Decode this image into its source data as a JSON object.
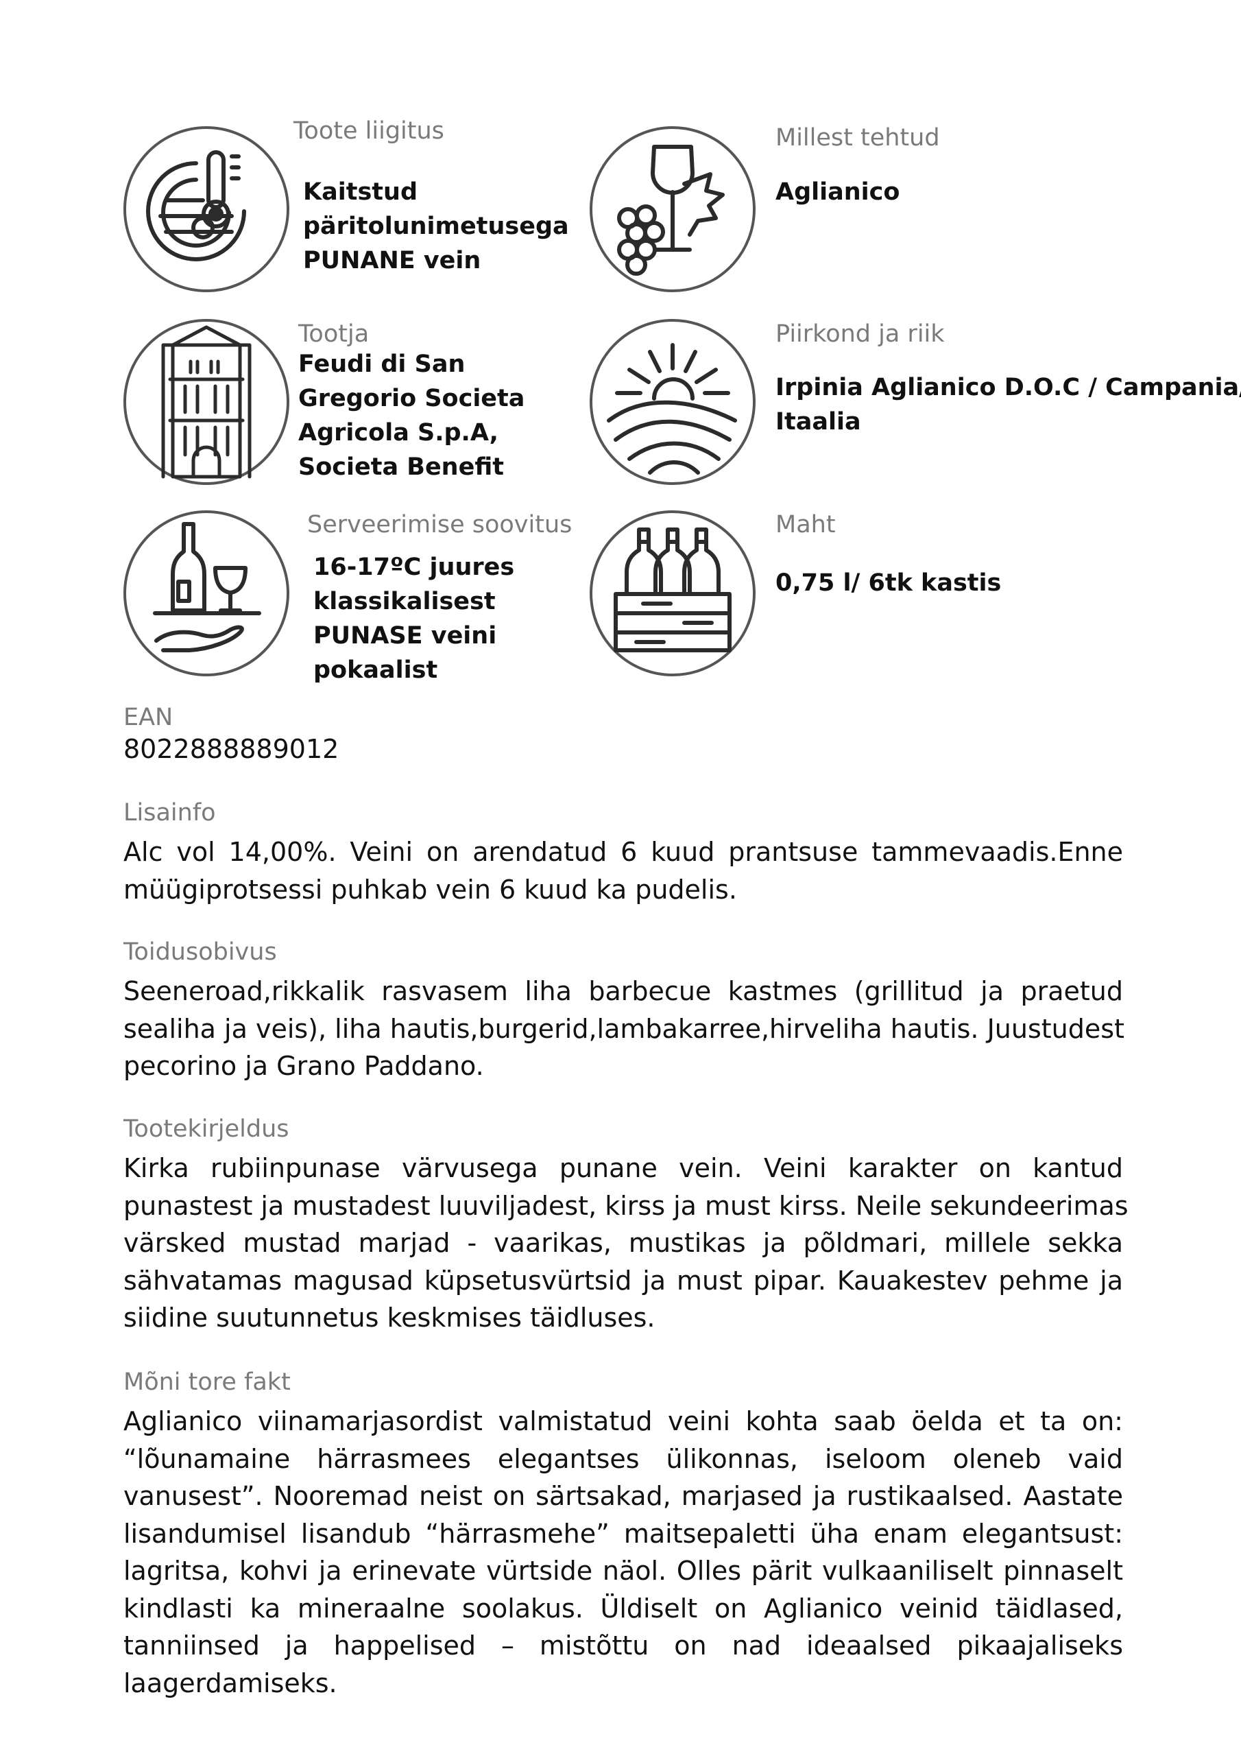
{
  "specs": {
    "classification": {
      "label": "Toote liigitus",
      "lines": [
        "Kaitstud",
        "päritolunimetusega",
        "PUNANE vein"
      ],
      "icon": "barrel-thermometer-icon"
    },
    "made_from": {
      "label": "Millest tehtud",
      "lines": [
        "Aglianico"
      ],
      "icon": "wine-glass-grapes-icon"
    },
    "producer": {
      "label": "Tootja",
      "lines": [
        "Feudi di San",
        "Gregorio Societa",
        "Agricola S.p.A,",
        "Societa Benefit"
      ],
      "icon": "winery-building-icon"
    },
    "region": {
      "label": "Piirkond ja riik",
      "lines": [
        "Irpinia Aglianico D.O.C / Campania/",
        "Itaalia"
      ],
      "icon": "sunrise-vineyard-icon"
    },
    "serving": {
      "label": "Serveerimise soovitus",
      "lines": [
        "16-17ºC juures",
        "klassikalisest",
        "PUNASE veini",
        "pokaalist"
      ],
      "icon": "serving-tray-icon"
    },
    "volume": {
      "label": "Maht",
      "lines": [
        "0,75 l/ 6tk kastis"
      ],
      "icon": "wine-crate-icon"
    }
  },
  "ean": {
    "label": "EAN",
    "value": "8022888889012"
  },
  "additional_info": {
    "label": "Lisainfo",
    "lines": [
      "Alc vol 14,00%. Veini on arendatud 6 kuud prantsuse tammevaadis.Enne",
      "müügiprotsessi puhkab vein 6 kuud ka pudelis."
    ]
  },
  "food_pairing": {
    "label": "Toidusobivus",
    "lines": [
      "Seeneroad,rikkalik rasvasem liha barbecue kastmes (grillitud ja praetud",
      "sealiha ja veis), liha hautis,burgerid,lambakarree,hirveliha hautis. Juustudest",
      "pecorino ja Grano Paddano."
    ]
  },
  "description": {
    "label": "Tootekirjeldus",
    "lines": [
      "Kirka rubiinpunase värvusega punane vein. Veini karakter on kantud",
      "punastest ja mustadest luuviljadest, kirss ja must kirss. Neile sekundeerimas",
      "värsked mustad marjad - vaarikas, mustikas ja põldmari, millele sekka",
      "sähvatamas magusad küpsetusvürtsid ja must pipar. Kauakestev pehme ja",
      "siidine suutunnetus keskmises täidluses."
    ]
  },
  "fun_fact": {
    "label": "Mõni tore fakt",
    "lines": [
      "Aglianico viinamarjasordist valmistatud veini kohta saab öelda et ta on:",
      "“lõunamaine härrasmees elegantses ülikonnas, iseloom oleneb vaid",
      "vanusest”. Nooremad neist on särtsakad, marjased ja rustikaalsed. Aastate",
      "lisandumisel lisandub “härrasmehe” maitsepaletti üha enam elegantsust:",
      "lagritsa, kohvi ja erinevate vürtside näol. Olles pärit vulkaaniliselt pinnaselt",
      "kindlasti ka mineraalne soolakus. Üldiselt on Aglianico veinid täidlased,",
      "tanniinsed ja happelised – mistõttu on nad ideaalsed pikaajaliseks",
      "laagerdamiseks."
    ]
  },
  "colors": {
    "text": "#111111",
    "label": "#7a7a7a",
    "icon_stroke": "#2b2b2b",
    "circle": "#555555"
  }
}
